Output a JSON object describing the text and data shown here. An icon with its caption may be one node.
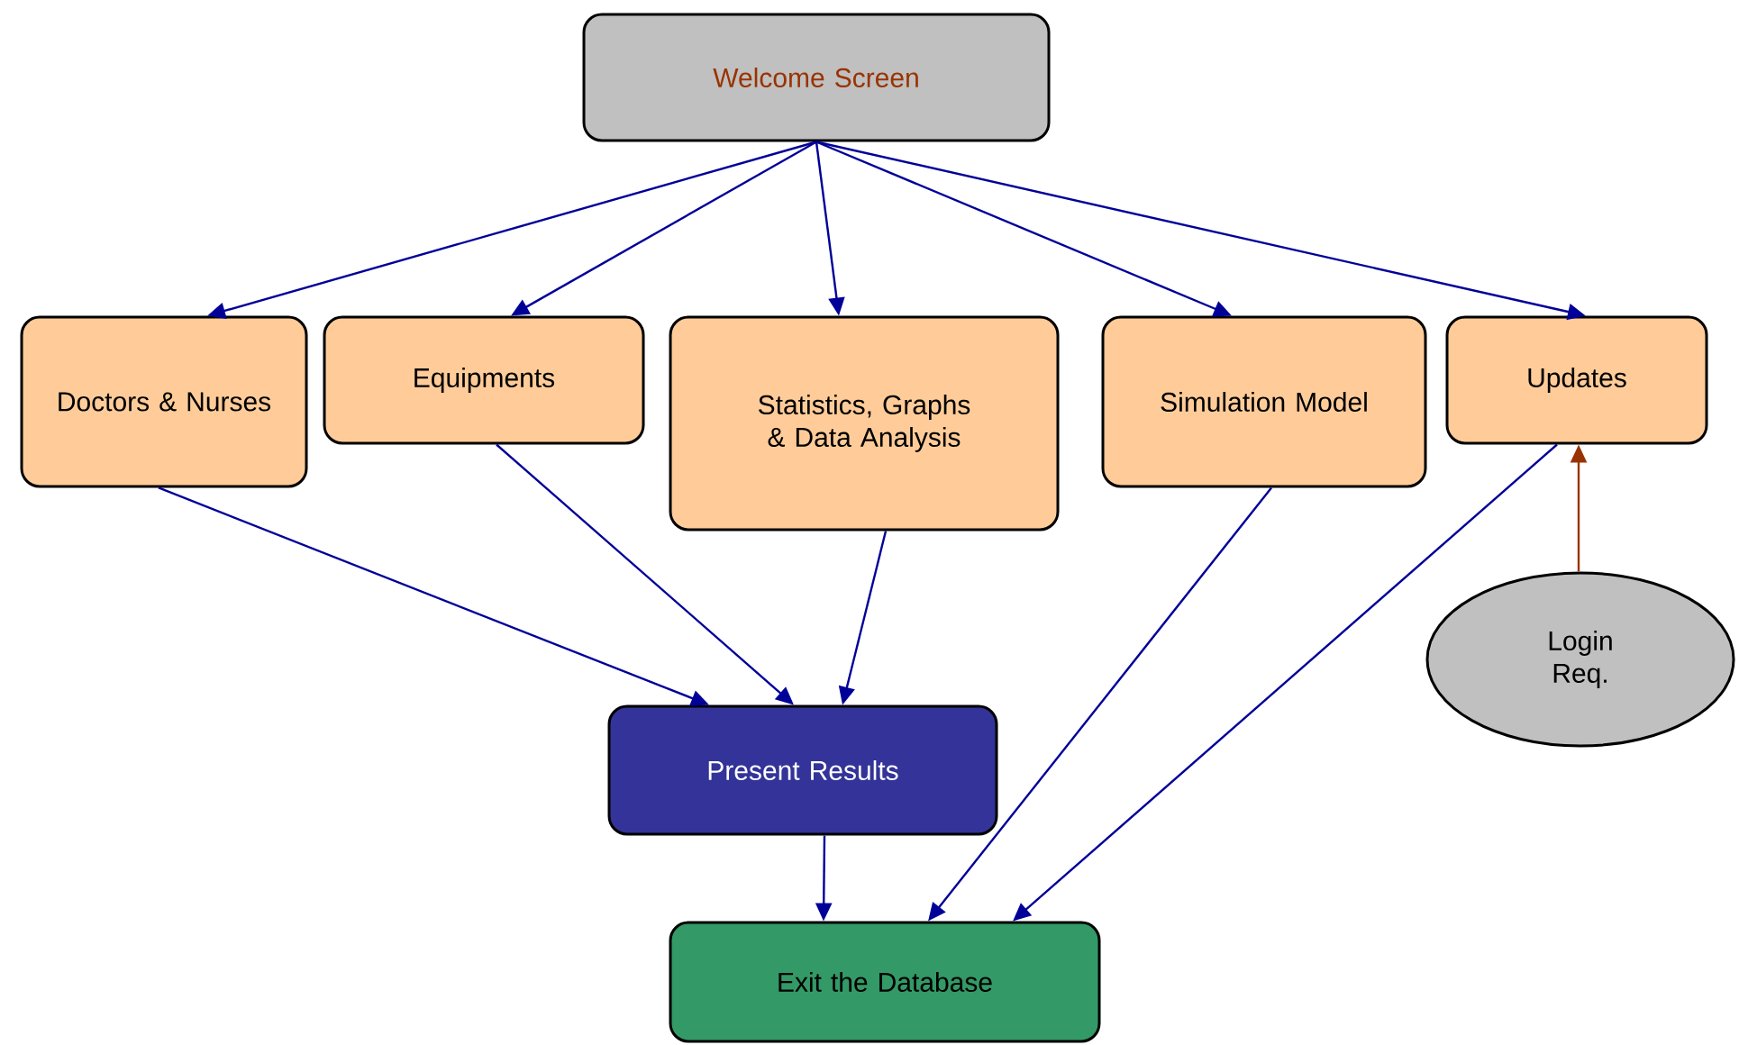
{
  "diagram": {
    "nodes": [
      {
        "text": [
          "Welcome Screen"
        ]
      },
      {
        "text": [
          "Doctors & Nurses"
        ]
      },
      {
        "text": [
          "Equipments"
        ]
      },
      {
        "text": [
          "Statistics, Graphs & Data Analysis"
        ]
      },
      {
        "text": [
          "Simulation Model"
        ]
      },
      {
        "text": [
          "Updates"
        ]
      },
      {
        "text": [
          "Login Req."
        ]
      },
      {
        "text": [
          "Present Results"
        ]
      },
      {
        "text": [
          "Exit the Database"
        ]
      }
    ],
    "edges": [
      {
        "from": 0,
        "to": 1,
        "arrow": "to"
      },
      {
        "from": 0,
        "to": 2,
        "arrow": "to"
      },
      {
        "from": 0,
        "to": 3,
        "arrow": "to"
      },
      {
        "from": 0,
        "to": 4,
        "arrow": "to"
      },
      {
        "from": 0,
        "to": 5,
        "arrow": "to"
      },
      {
        "from": 1,
        "to": 7,
        "arrow": "to"
      },
      {
        "from": 2,
        "to": 7,
        "arrow": "to"
      },
      {
        "from": 3,
        "to": 7,
        "arrow": "to"
      },
      {
        "from": 7,
        "to": 8,
        "arrow": "to"
      },
      {
        "from": 4,
        "to": 8,
        "arrow": "to"
      },
      {
        "from": 5,
        "to": 8,
        "arrow": "to"
      },
      {
        "from": 6,
        "to": 5,
        "arrow": "to",
        "color": "#993300"
      }
    ]
  }
}
